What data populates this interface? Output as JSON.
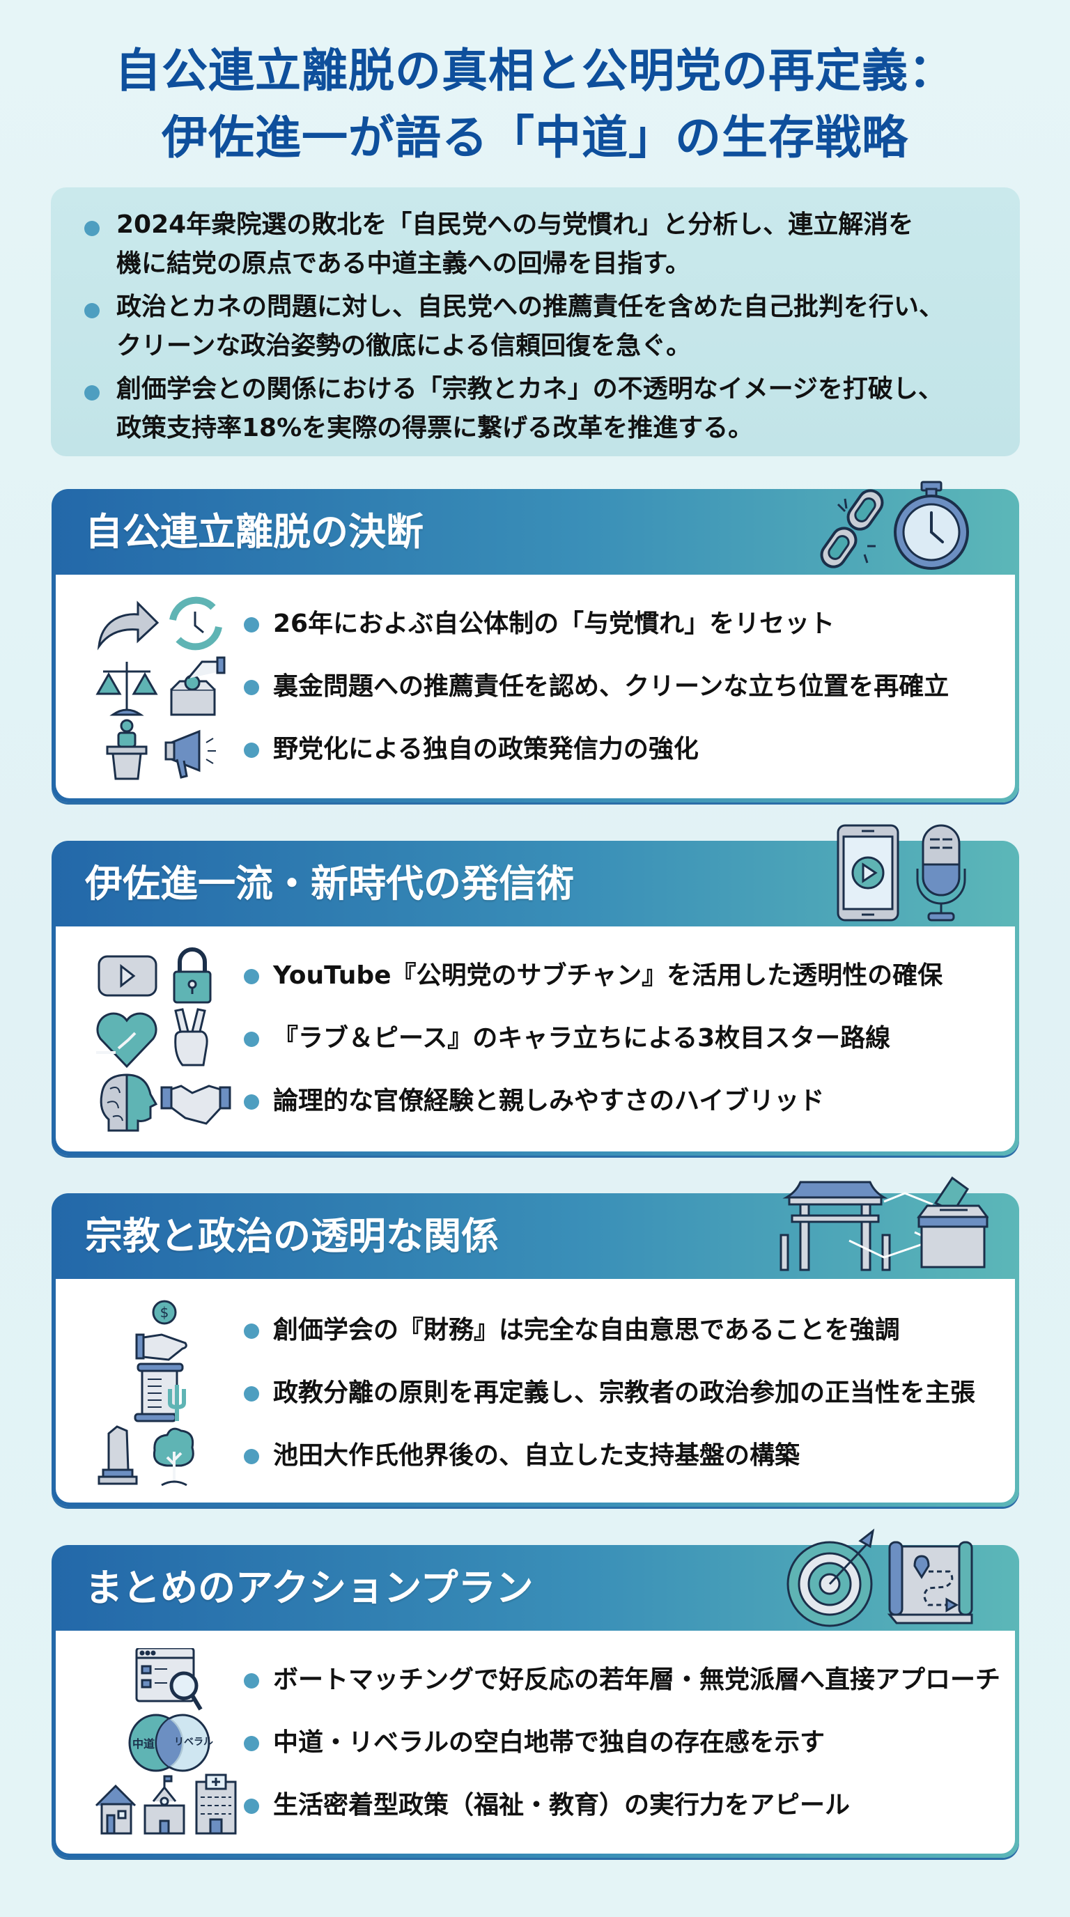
{
  "header": {
    "title_line1": "自公連立離脱の真相と公明党の再定義：",
    "title_line2": "伊佐進一が語る「中道」の生存戦略"
  },
  "summary": {
    "items": [
      {
        "line1": "2024年衆院選の敗北を「自民党への与党慣れ」と分析し、連立解消を",
        "line2": "機に結党の原点である中道主義への回帰を目指す。"
      },
      {
        "line1": "政治とカネの問題に対し、自民党への推薦責任を含めた自己批判を行い、",
        "line2": "クリーンな政治姿勢の徹底による信頼回復を急ぐ。"
      },
      {
        "line1": "創価学会との関係における「宗教とカネ」の不透明なイメージを打破し、",
        "line2": "政策支持率18%を実際の得票に繋げる改革を推進する。"
      }
    ]
  },
  "sections": [
    {
      "title": "自公連立離脱の決断",
      "header_icons": [
        "broken-chain-icon",
        "stopwatch-icon"
      ],
      "items": [
        {
          "text": "26年におよぶ自公体制の「与党慣れ」をリセット",
          "icons": [
            "curved-arrow-icon",
            "reset-clock-icon"
          ]
        },
        {
          "text": "裏金問題への推薦責任を認め、クリーンな立ち位置を再確立",
          "icons": [
            "scales-icon",
            "ballot-box-icon"
          ]
        },
        {
          "text": "野党化による独自の政策発信力の強化",
          "icons": [
            "podium-speaker-icon",
            "megaphone-icon"
          ]
        }
      ]
    },
    {
      "title": "伊佐進一流・新時代の発信術",
      "header_icons": [
        "smartphone-video-icon",
        "microphone-icon"
      ],
      "items": [
        {
          "text": "YouTube『公明党のサブチャン』を活用した透明性の確保",
          "icons": [
            "video-play-icon",
            "padlock-icon"
          ]
        },
        {
          "text": "『ラブ＆ピース』のキャラ立ちによる3枚目スター路線",
          "icons": [
            "heart-icon",
            "peace-hand-icon"
          ]
        },
        {
          "text": "論理的な官僚経験と親しみやすさのハイブリッド",
          "icons": [
            "brain-head-icon",
            "handshake-icon"
          ]
        }
      ]
    },
    {
      "title": "宗教と政治の透明な関係",
      "header_icons": [
        "temple-gate-icon",
        "ballot-box-icon"
      ],
      "items": [
        {
          "text": "創価学会の『財務』は完全な自由意思であることを強調",
          "icons": [
            "hand-coin-icon"
          ]
        },
        {
          "text": "政教分離の原則を再定義し、宗教者の政治参加の正当性を主張",
          "icons": [
            "scroll-plant-icon"
          ]
        },
        {
          "text": "池田大作氏他界後の、自立した支持基盤の構築",
          "icons": [
            "monument-icon",
            "tree-icon"
          ]
        }
      ]
    },
    {
      "title": "まとめのアクションプラン",
      "header_icons": [
        "target-arrow-icon",
        "roadmap-icon"
      ],
      "items": [
        {
          "text": "ボートマッチングで好反応の若年層・無党派層へ直接アプローチ",
          "icons": [
            "browser-search-icon"
          ]
        },
        {
          "text": "中道・リベラルの空白地帯で独自の存在感を示す",
          "icons": [
            "venn-diagram-icon"
          ],
          "venn_labels": [
            "中道",
            "リベラル"
          ]
        },
        {
          "text": "生活密着型政策（福祉・教育）の実行力をアピール",
          "icons": [
            "house-icon",
            "school-icon",
            "hospital-icon"
          ]
        }
      ]
    }
  ],
  "colors": {
    "title": "#0e4f9c",
    "header_gradient_start": "#2368a9",
    "header_gradient_end": "#5cb7b8",
    "bullet": "#4e9ec0",
    "summary_bg": "#c6e6ea",
    "page_bg": "#e3f3f5"
  }
}
